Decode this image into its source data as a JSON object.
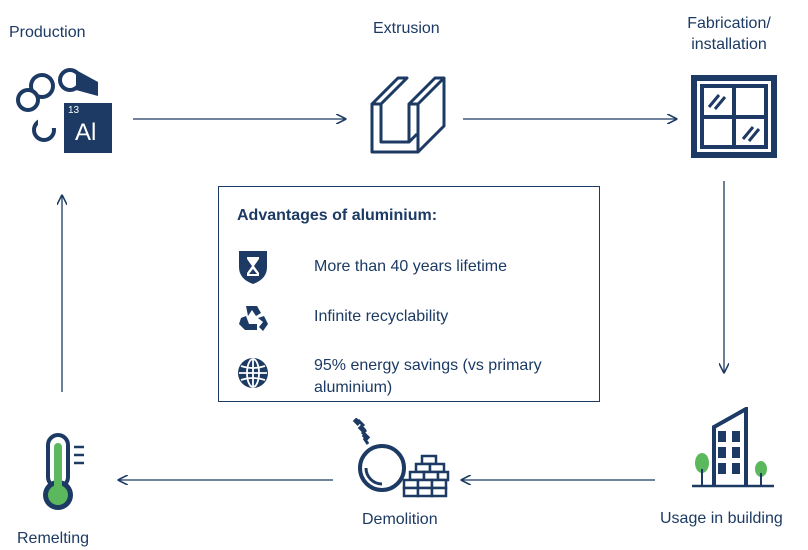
{
  "stages": {
    "production": "Production",
    "extrusion": "Extrusion",
    "fabrication_line1": "Fabrication/",
    "fabrication_line2": "installation",
    "usage": "Usage in building",
    "demolition": "Demolition",
    "remelting": "Remelting"
  },
  "element": {
    "number": "13",
    "symbol": "Al"
  },
  "advantages": {
    "title": "Advantages of aluminium:",
    "items": [
      {
        "icon": "shield-hourglass-icon",
        "text": "More than 40 years lifetime"
      },
      {
        "icon": "recycle-icon",
        "text": "Infinite recyclability"
      },
      {
        "icon": "globe-icon",
        "text": "95% energy savings (vs primary aluminium)"
      }
    ]
  },
  "colors": {
    "navy": "#1c3a63",
    "green": "#5cb85c"
  }
}
